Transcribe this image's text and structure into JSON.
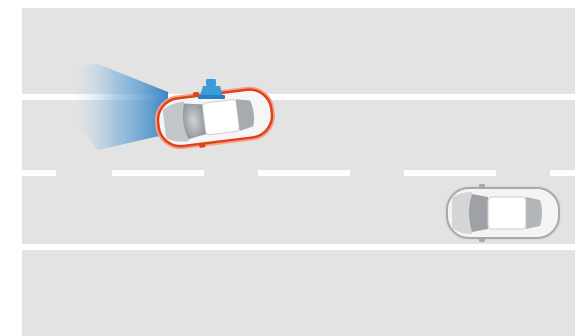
{
  "scene": {
    "colors": {
      "background": "#ffffff",
      "road": "#e3e3e3",
      "lane_line": "#ffffff",
      "ego_outline": "#e0431b",
      "ego_glow": "#f4a38a",
      "car_body": "#f6f6f6",
      "car_shadow": "#9a9a9a",
      "glass": "#b9bdc1",
      "sensor_blue": "#3b9cd9",
      "other_outline": "#a9a9a9"
    },
    "elements": {
      "ego_car": {
        "icon": "car-topview-highlighted",
        "state": "drifting-left"
      },
      "sensor_beam": {
        "icon": "camera-field-of-view"
      },
      "driver_monitor": {
        "icon": "driver-sensor-icon"
      },
      "other_car": {
        "icon": "car-topview"
      }
    }
  }
}
